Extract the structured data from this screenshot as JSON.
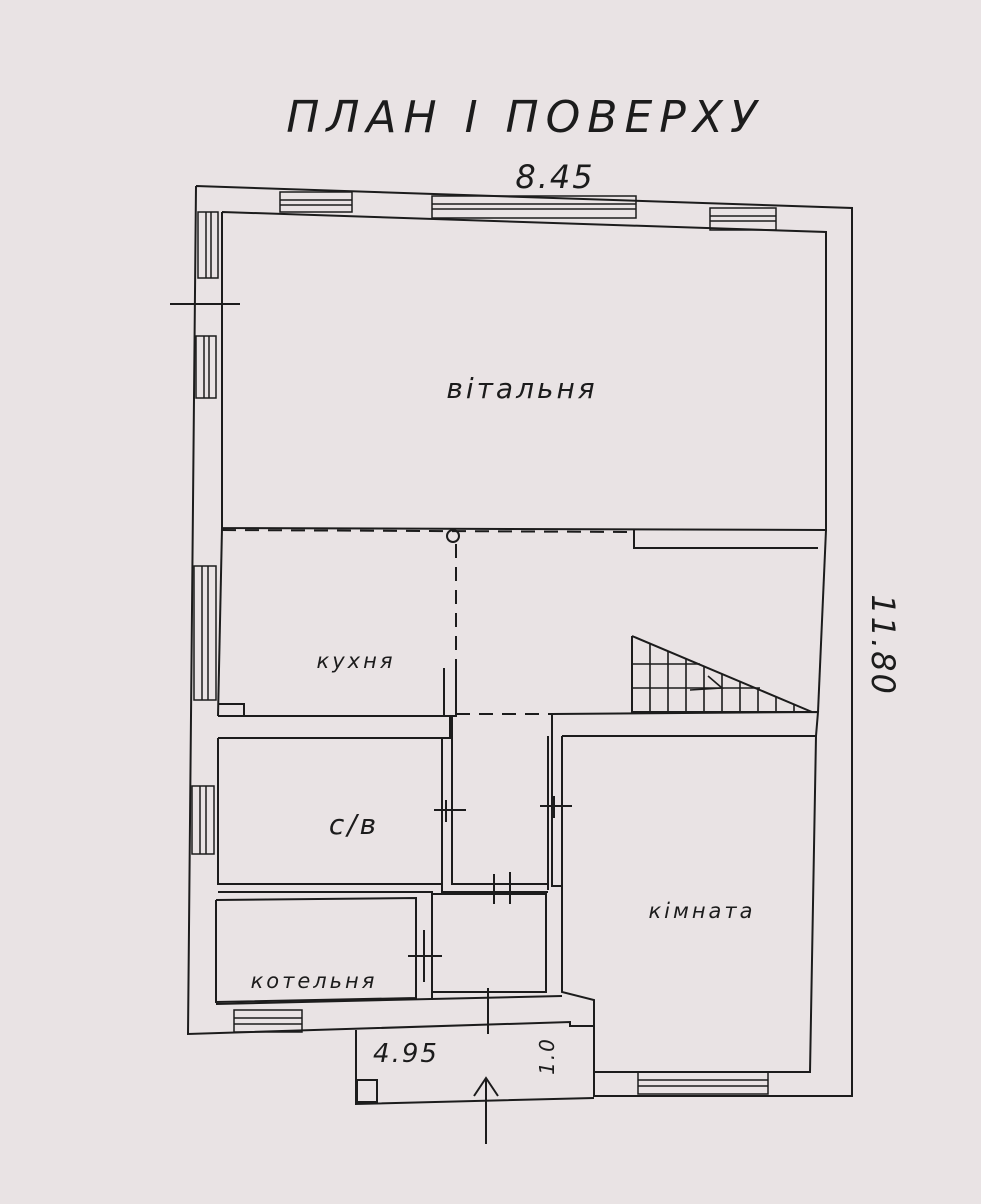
{
  "plan": {
    "title": "ПЛАН І ПОВЕРХУ",
    "dim_width": "8.45",
    "dim_height": "11.80",
    "dim_porch_width": "4.95",
    "dim_porch_depth": "1.0",
    "colors": {
      "paper": "#e9e3e4",
      "ink": "#1c1c1c"
    },
    "rooms": {
      "dining": "вітальня",
      "kitchen": "кухня",
      "bathroom": "с/в",
      "boiler": "котельня",
      "bedroom": "кімната"
    }
  }
}
